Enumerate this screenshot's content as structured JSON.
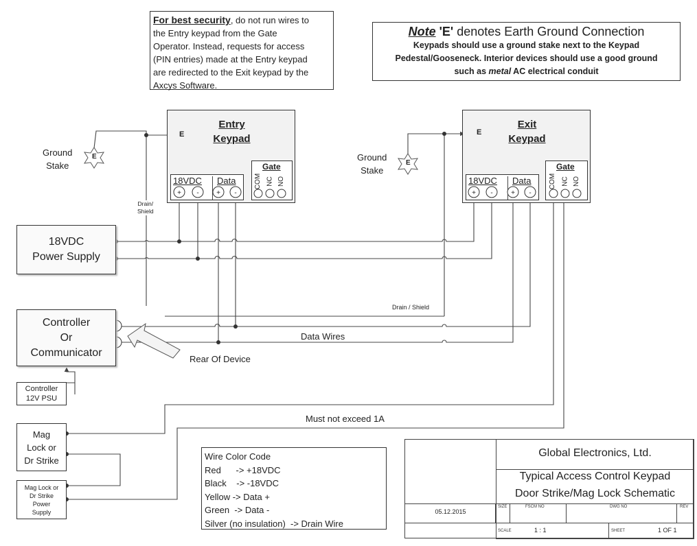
{
  "notes": {
    "security": {
      "bold": "For best security",
      "lines": [
        ", do not run wires to",
        "the Entry keypad from the Gate",
        "Operator.  Instead, requests for access",
        "(PIN entries) made at the Entry keypad",
        "are redirected to the Exit keypad by the",
        "Axcys Software."
      ]
    },
    "earth": {
      "note_word": "Note",
      "e_word": "'E'",
      "heading_rest": " denotes Earth Ground Connection",
      "line1": "Keypads should use a ground stake next to the Keypad",
      "line2": "Pedestal/Gooseneck.   Interior devices should use a good ground",
      "line3_pre": "such as ",
      "line3_italic": "metal",
      "line3_post": " AC electrical conduit"
    }
  },
  "entry_keypad": {
    "title_1": "Entry",
    "title_2": "Keypad",
    "earth": "E",
    "power_label": "18VDC",
    "data_label": "Data",
    "gate_label": "Gate",
    "gate_terms": [
      "COM",
      "NC",
      "NO"
    ],
    "term_signs": [
      "+",
      "-",
      "+",
      "-"
    ]
  },
  "exit_keypad": {
    "title_1": "Exit",
    "title_2": "Keypad",
    "earth": "E",
    "power_label": "18VDC",
    "data_label": "Data",
    "gate_label": "Gate",
    "gate_terms": [
      "COM",
      "NC",
      "NO"
    ],
    "term_signs": [
      "+",
      "-",
      "+",
      "-"
    ]
  },
  "ground_stakes": [
    {
      "label_1": "Ground",
      "label_2": "Stake",
      "symbol": "E"
    },
    {
      "label_1": "Ground",
      "label_2": "Stake",
      "symbol": "E"
    }
  ],
  "labels": {
    "drain_shield_vertical_1": "Drain/",
    "drain_shield_vertical_2": "Shield",
    "drain_shield_horizontal": "Drain / Shield",
    "data_wires": "Data Wires",
    "rear_of_device": "Rear Of Device",
    "must_not_exceed": "Must not exceed 1A",
    "controller_minus": "-",
    "controller_plus": "+"
  },
  "boxes": {
    "power_supply": [
      "18VDC",
      "Power Supply"
    ],
    "controller": [
      "Controller",
      "Or",
      "Communicator"
    ],
    "controller_psu": [
      "Controller",
      "12V PSU"
    ],
    "mag_lock": [
      "Mag",
      "Lock or",
      "Dr Strike"
    ],
    "mag_lock_psu": [
      "Mag Lock or",
      "Dr Strike",
      "Power",
      "Supply"
    ]
  },
  "wire_color_code": {
    "title": "Wire Color Code",
    "rows": [
      "Red      -> +18VDC",
      "Black    -> -18VDC",
      "Yellow -> Data +",
      "Green  -> Data -",
      "Silver (no insulation)  -> Drain Wire"
    ]
  },
  "title_block": {
    "company": "Global Electronics, Ltd.",
    "title_1": "Typical Access Control Keypad",
    "title_2": "Door Strike/Mag Lock Schematic",
    "date": "05.12.2015",
    "size_label": "SIZE",
    "fscm_label": "FSCM NO",
    "dwg_label": "DWG NO",
    "rev_label": "REV",
    "scale_label": "SCALE",
    "scale_value": "1 : 1",
    "sheet_label": "SHEET",
    "sheet_value": "1 OF 1"
  }
}
